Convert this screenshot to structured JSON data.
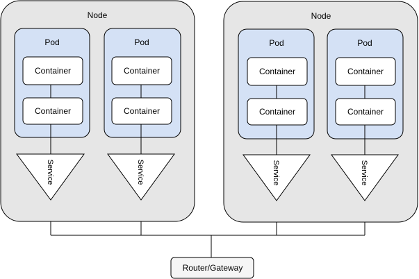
{
  "colors": {
    "node_fill": "#e6e6e6",
    "pod_fill": "#d4e1f5",
    "container_fill": "#ffffff",
    "service_fill": "#ffffff",
    "router_fill": "#f5f5f5",
    "stroke": "#000000"
  },
  "nodes": [
    {
      "label": "Node",
      "pods": [
        {
          "label": "Pod",
          "containers": [
            "Container",
            "Container"
          ],
          "service": "Service"
        },
        {
          "label": "Pod",
          "containers": [
            "Container",
            "Container"
          ],
          "service": "Service"
        }
      ]
    },
    {
      "label": "Node",
      "pods": [
        {
          "label": "Pod",
          "containers": [
            "Container",
            "Container"
          ],
          "service": "Service"
        },
        {
          "label": "Pod",
          "containers": [
            "Container",
            "Container"
          ],
          "service": "Service"
        }
      ]
    }
  ],
  "router": {
    "label": "Router/Gateway"
  }
}
